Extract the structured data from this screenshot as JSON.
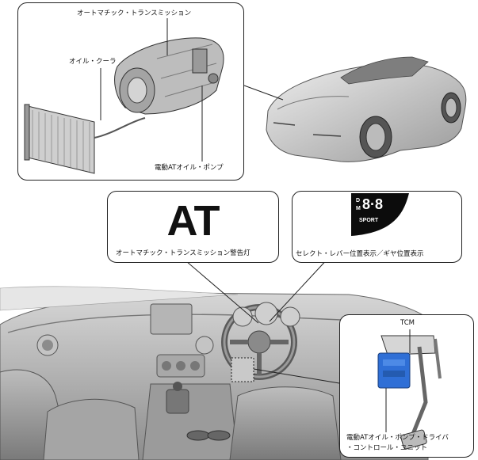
{
  "labels": {
    "automatic_transmission": "オートマチック・トランスミッション",
    "oil_cooler": "オイル・クーラ",
    "electric_at_oil_pump": "電動ATオイル・ポンプ",
    "at_warning_light_symbol": "AT",
    "at_warning_light": "オートマチック・トランスミッション警告灯",
    "selector_position_display": "セレクト・レバー位置表示／ギヤ位置表示",
    "tcm": "TCM",
    "pump_driver_unit_line1": "電動ATオイル・ポンプ・ドライバ",
    "pump_driver_unit_line2": "・コントロール・ユニット"
  },
  "display_indicator": {
    "mode_letters_top": "D",
    "mode_letters_bottom": "M",
    "digits": "8·8",
    "sport_label": "SPORT"
  },
  "colors": {
    "outline": "#222222",
    "car_body": "#d2d2d2",
    "display_bg": "#0c0c0c",
    "tcm_blue": "#2f6fd6"
  }
}
